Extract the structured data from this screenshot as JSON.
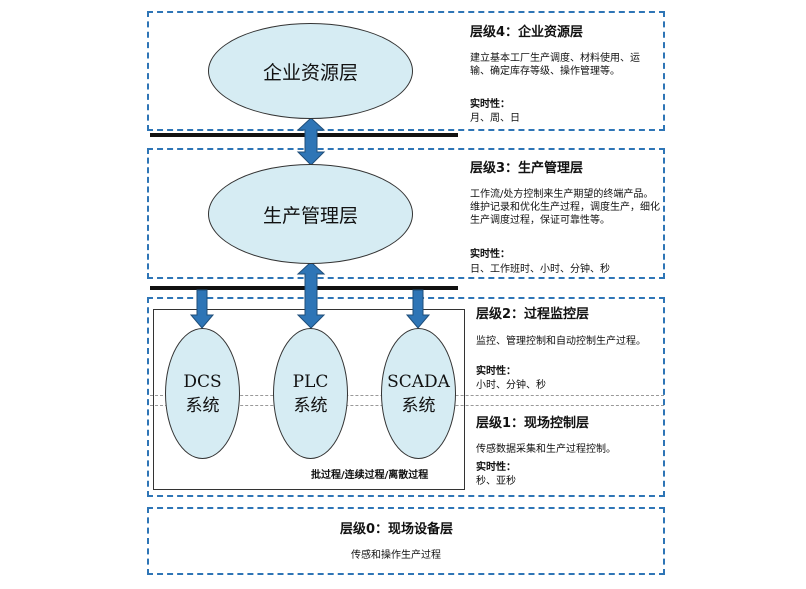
{
  "layers": {
    "l4": {
      "title": "层级4：企业资源层",
      "desc": "建立基本工厂生产调度、材料使用、运输、确定库存等级、操作管理等。",
      "realtime_label": "实时性：",
      "realtime_value": "月、周、日"
    },
    "l3": {
      "title": "层级3：生产管理层",
      "desc": "工作流/处方控制来生产期望的终端产品。维护记录和优化生产过程，调度生产，细化生产调度过程，保证可靠性等。",
      "realtime_label": "实时性：",
      "realtime_value": "日、工作班时、小时、分钟、秒"
    },
    "l2": {
      "title": "层级2：过程监控层",
      "desc": "监控、管理控制和自动控制生产过程。",
      "realtime_label": "实时性：",
      "realtime_value": "小时、分钟、秒"
    },
    "l1": {
      "title": "层级1：现场控制层",
      "desc": "传感数据采集和生产过程控制。",
      "realtime_label": "实时性：",
      "realtime_value": "秒、亚秒"
    },
    "l0": {
      "title": "层级0：现场设备层",
      "desc": "传感和操作生产过程"
    }
  },
  "nodes": {
    "erp": "企业资源层",
    "mes": "生产管理层",
    "dcs": "DCS\n系统",
    "plc": "PLC\n系统",
    "scada": "SCADA\n系统"
  },
  "process_label": "批过程/连续过程/离散过程",
  "colors": {
    "border": "#2e75b6",
    "ellipse_fill": "#d6ecf3",
    "arrow": "#2e75b6"
  }
}
